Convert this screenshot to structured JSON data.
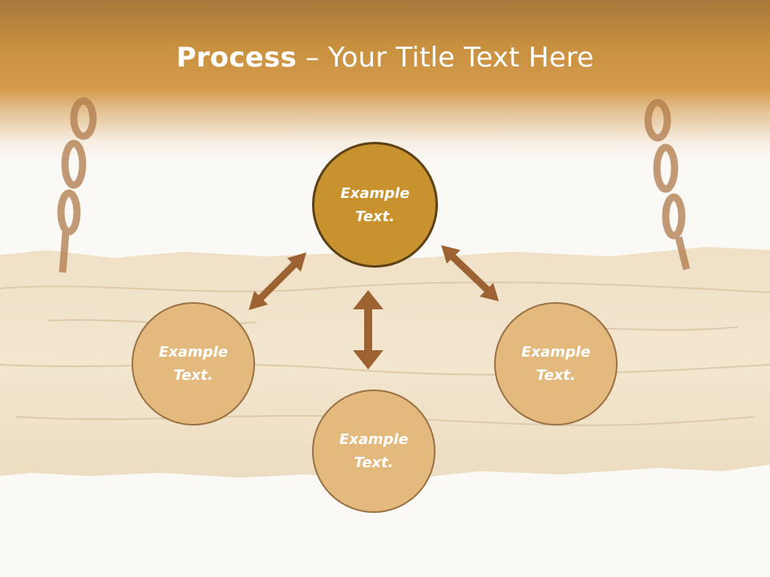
{
  "slide": {
    "title_bold": "Process",
    "title_rest": " – Your Title Text Here"
  },
  "nodes": [
    {
      "id": "top",
      "line1": "Example",
      "line2": "Text."
    },
    {
      "id": "left",
      "line1": "Example",
      "line2": "Text."
    },
    {
      "id": "right",
      "line1": "Example",
      "line2": "Text."
    },
    {
      "id": "bottom",
      "line1": "Example",
      "line2": "Text."
    }
  ],
  "colors": {
    "header": "#c8913f",
    "node_light": "#e4b97e",
    "node_dark": "#c8932f",
    "arrow": "#9c6232"
  }
}
